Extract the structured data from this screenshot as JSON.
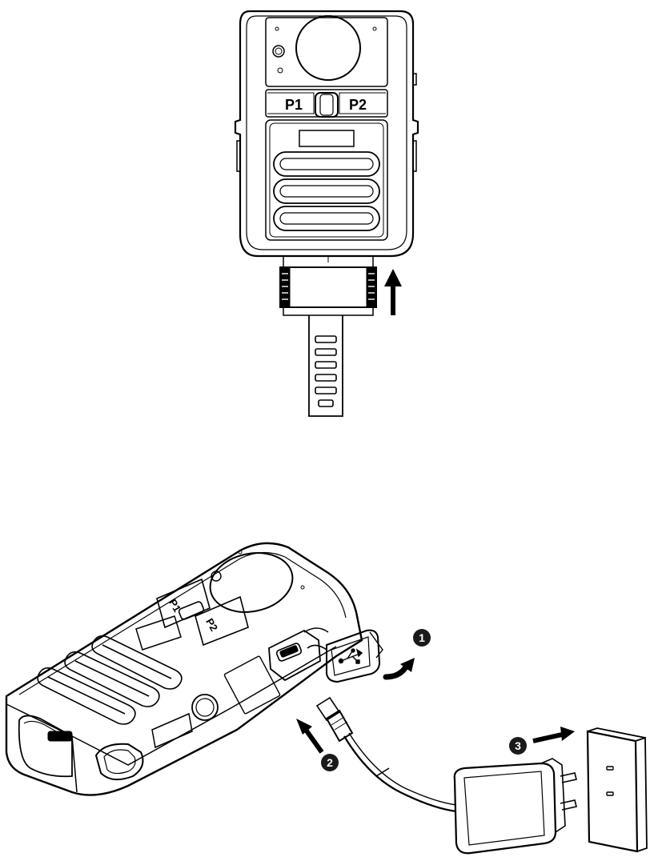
{
  "figure_top": {
    "button_left_label": "P1",
    "button_right_label": "P2"
  },
  "figure_bottom": {
    "button_left_label": "P1",
    "button_right_label": "P2",
    "steps": [
      {
        "number": "1"
      },
      {
        "number": "2"
      },
      {
        "number": "3"
      }
    ]
  },
  "colors": {
    "line": "#000000",
    "fill": "#ffffff",
    "callout": "#1a1a1a"
  }
}
